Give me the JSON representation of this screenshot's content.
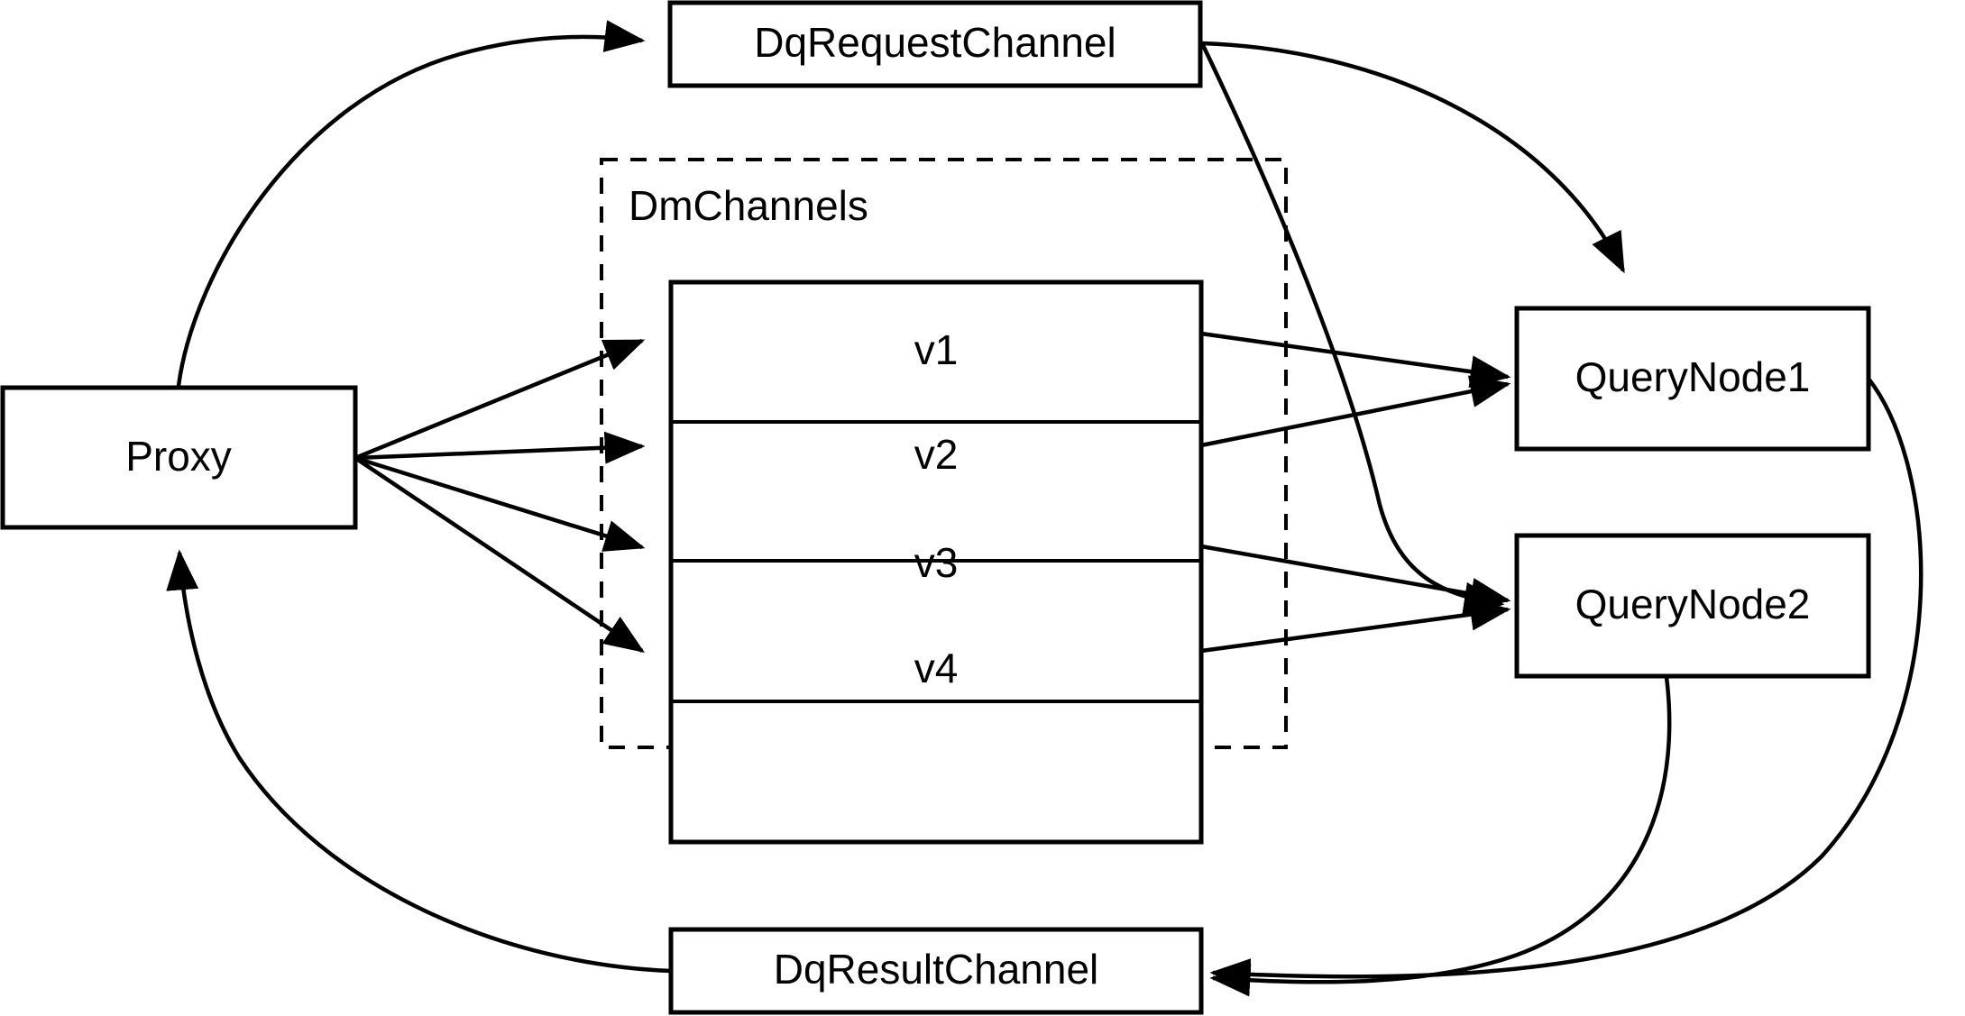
{
  "diagram": {
    "title": "Milvus query flow diagram",
    "background_color": "#ffffff",
    "stroke_color": "#000000",
    "nodes": {
      "proxy": {
        "label": "Proxy"
      },
      "dq_request_channel": {
        "label": "DqRequestChannel"
      },
      "dq_result_channel": {
        "label": "DqResultChannel"
      },
      "query_node_1": {
        "label": "QueryNode1"
      },
      "query_node_2": {
        "label": "QueryNode2"
      }
    },
    "group": {
      "label": "DmChannels",
      "style": "dashed"
    },
    "channels": [
      {
        "label": "v1"
      },
      {
        "label": "v2"
      },
      {
        "label": "v3"
      },
      {
        "label": "v4"
      }
    ],
    "edges": [
      {
        "from": "Proxy",
        "to": "DqRequestChannel",
        "style": "curved",
        "arrow": true
      },
      {
        "from": "Proxy",
        "to": "v1",
        "style": "straight",
        "arrow": true
      },
      {
        "from": "Proxy",
        "to": "v2",
        "style": "straight",
        "arrow": true
      },
      {
        "from": "Proxy",
        "to": "v3",
        "style": "straight",
        "arrow": true
      },
      {
        "from": "Proxy",
        "to": "v4",
        "style": "straight",
        "arrow": true
      },
      {
        "from": "DqRequestChannel",
        "to": "QueryNode1",
        "style": "curved",
        "arrow": true
      },
      {
        "from": "DqRequestChannel",
        "to": "QueryNode2",
        "style": "curved",
        "arrow": true
      },
      {
        "from": "v1",
        "to": "QueryNode1",
        "style": "straight",
        "arrow": true
      },
      {
        "from": "v2",
        "to": "QueryNode1",
        "style": "straight",
        "arrow": true
      },
      {
        "from": "v3",
        "to": "QueryNode2",
        "style": "straight",
        "arrow": true
      },
      {
        "from": "v4",
        "to": "QueryNode2",
        "style": "straight",
        "arrow": true
      },
      {
        "from": "QueryNode1",
        "to": "DqResultChannel",
        "style": "curved",
        "arrow": true
      },
      {
        "from": "QueryNode2",
        "to": "DqResultChannel",
        "style": "curved",
        "arrow": true
      },
      {
        "from": "DqResultChannel",
        "to": "Proxy",
        "style": "curved",
        "arrow": true
      }
    ]
  }
}
